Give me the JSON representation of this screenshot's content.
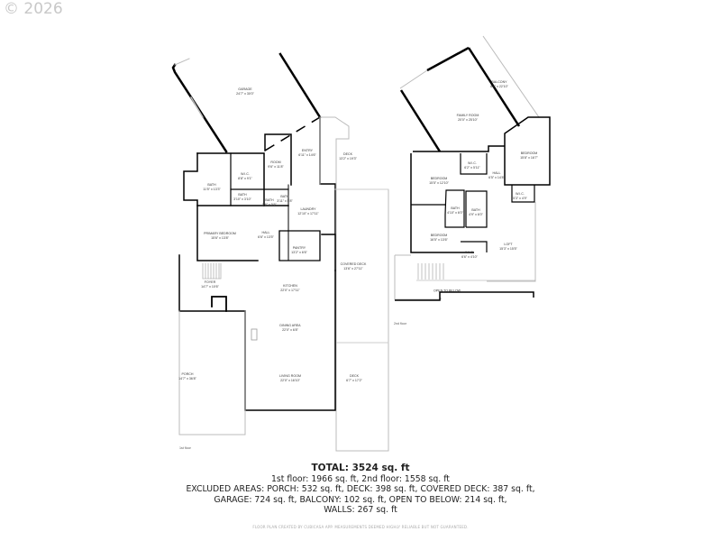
{
  "watermark": "© 2026",
  "first_floor": {
    "label": "1st floor",
    "rooms": [
      {
        "name": "GARAGE",
        "dims": "24'7\" x 30'0\""
      },
      {
        "name": "ROOM",
        "dims": "9'6\" x 11'8\""
      },
      {
        "name": "W.I.C.",
        "dims": "8'8\" x 9'1\""
      },
      {
        "name": "BATH",
        "dims": "11'5\" x 13'3\""
      },
      {
        "name": "ENTRY",
        "dims": "6'11\" x 14'6\""
      },
      {
        "name": "DECK",
        "dims": "13'2\" x 19'3\""
      },
      {
        "name": "BATH",
        "dims": "3'10\" x 3'10\""
      },
      {
        "name": "BATH",
        "dims": "5'6\" x 5'6\""
      },
      {
        "name": "BATH",
        "dims": "3'11\" x 5'8\""
      },
      {
        "name": "LAUNDRY",
        "dims": "12'10\" x 17'11\""
      },
      {
        "name": "PRIMARY BEDROOM",
        "dims": "15'6\" x 13'8\""
      },
      {
        "name": "HALL",
        "dims": "6'6\" x 13'5\""
      },
      {
        "name": "PANTRY",
        "dims": "13'2\" x 6'6\""
      },
      {
        "name": "COVERED DECK",
        "dims": "13'6\" x 27'11\""
      },
      {
        "name": "FOYER",
        "dims": "14'7\" x 10'6\""
      },
      {
        "name": "KITCHEN",
        "dims": "22'0\" x 17'11\""
      },
      {
        "name": "DINING AREA",
        "dims": "22'0\" x 6'8\""
      },
      {
        "name": "PORCH",
        "dims": "14'7\" x 36'8\""
      },
      {
        "name": "LIVING ROOM",
        "dims": "22'0\" x 16'10\""
      },
      {
        "name": "DECK",
        "dims": "6'7\" x 17'2\""
      }
    ]
  },
  "second_floor": {
    "label": "2nd floor",
    "rooms": [
      {
        "name": "BALCONY",
        "dims": "6'2\" x 22'10\""
      },
      {
        "name": "FAMILY ROOM",
        "dims": "20'0\" x 25'10\""
      },
      {
        "name": "BEDROOM",
        "dims": "15'8\" x 16'7\""
      },
      {
        "name": "W.I.C.",
        "dims": "6'2\" x 5'11\""
      },
      {
        "name": "HALL",
        "dims": "6'5\" x 14'8\""
      },
      {
        "name": "BEDROOM",
        "dims": "15'5\" x 12'10\""
      },
      {
        "name": "BATH",
        "dims": "4'10\" x 6'0\""
      },
      {
        "name": "BATH",
        "dims": "4'9\" x 6'0\""
      },
      {
        "name": "W.I.C.",
        "dims": "5'3\" x 4'9\""
      },
      {
        "name": "BEDROOM",
        "dims": "16'5\" x 13'6\""
      },
      {
        "name": "LOFT",
        "dims": "15'3\" x 15'5\""
      },
      {
        "name": "W.I.C.",
        "dims": "6'6\" x 4'10\""
      },
      {
        "name": "OPEN TO BELOW",
        "dims": ""
      }
    ]
  },
  "summary": {
    "total": "TOTAL: 3524 sq. ft",
    "line1": "1st floor: 1966 sq. ft, 2nd floor: 1558 sq. ft",
    "line2": "EXCLUDED AREAS: PORCH: 532 sq. ft, DECK: 398 sq. ft, COVERED DECK: 387 sq. ft,",
    "line3": "GARAGE: 724 sq. ft, BALCONY: 102 sq. ft, OPEN TO BELOW: 214 sq. ft,",
    "line4": "WALLS: 267 sq. ft",
    "credit": "FLOOR PLAN CREATED BY CUBICASA APP. MEASUREMENTS DEEMED HIGHLY RELIABLE BUT NOT GUARANTEED."
  }
}
